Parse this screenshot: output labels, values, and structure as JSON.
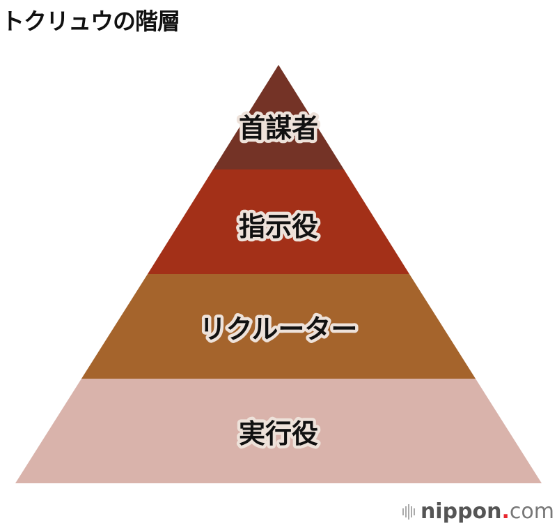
{
  "title": "トクリュウの階層",
  "pyramid": {
    "layers": [
      {
        "label": "首謀者",
        "color": "#743326"
      },
      {
        "label": "指示役",
        "color": "#a33018"
      },
      {
        "label": "リクルーター",
        "color": "#a5642c"
      },
      {
        "label": "実行役",
        "color": "#d9b3ab"
      }
    ]
  },
  "logo": {
    "name": "nippon",
    "dot": ".",
    "suffix": "com"
  }
}
